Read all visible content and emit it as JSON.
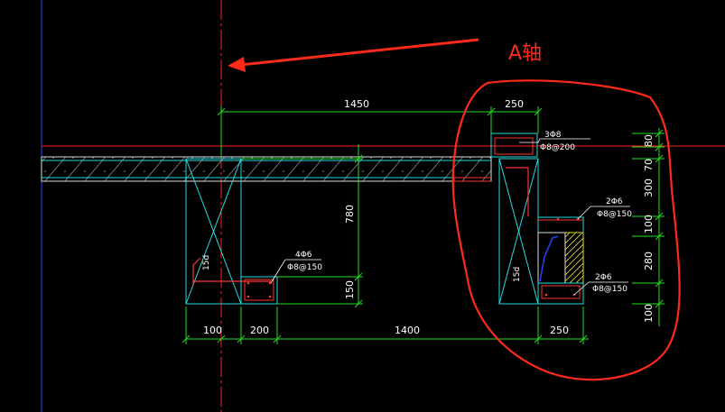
{
  "annotation": {
    "label": "A轴",
    "color": "#ff2a1a"
  },
  "colors": {
    "background": "#000000",
    "dimension": "#22dd22",
    "structure": "#22dddd",
    "axis": "#ff2222",
    "rebar": "#ff3333",
    "text": "#ffffff",
    "hatch": "#dddd22",
    "accent": "#2244ff"
  },
  "dimensions": {
    "top_span": "1450",
    "top_right": "250",
    "bottom_left": "100",
    "bottom_200": "200",
    "bottom_1400": "1400",
    "bottom_right": "250",
    "vertical_780": "780",
    "vertical_150": "150",
    "right_stack": [
      "80",
      "70",
      "300",
      "100",
      "280",
      "100"
    ]
  },
  "rebar_labels": {
    "top_bar": "3Φ8",
    "top_stirrup": "Φ8@200",
    "left_bar": "4Φ6",
    "left_stirrup": "Φ8@150",
    "mid_bar": "2Φ6",
    "mid_stirrup": "Φ8@150",
    "low_bar": "2Φ6",
    "low_stirrup": "Φ8@150",
    "anchor_left": "15d",
    "anchor_right": "15d"
  }
}
